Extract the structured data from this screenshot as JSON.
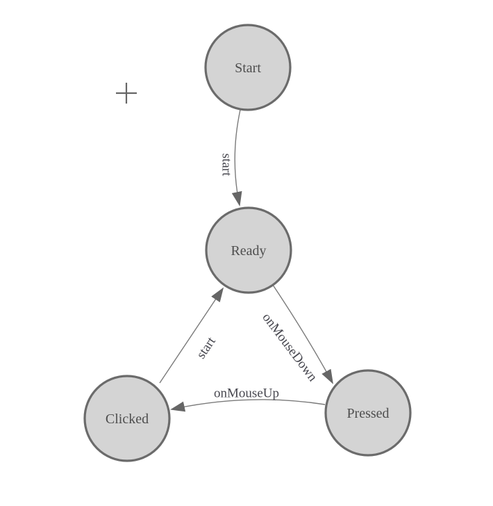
{
  "diagram": {
    "title": "state-machine-diagram",
    "nodes": [
      {
        "id": "start",
        "label": "Start"
      },
      {
        "id": "ready",
        "label": "Ready"
      },
      {
        "id": "clicked",
        "label": "Clicked"
      },
      {
        "id": "pressed",
        "label": "Pressed"
      }
    ],
    "edges": [
      {
        "from": "start",
        "to": "ready",
        "label": "start"
      },
      {
        "from": "clicked",
        "to": "ready",
        "label": "start"
      },
      {
        "from": "ready",
        "to": "pressed",
        "label": "onMouseDown"
      },
      {
        "from": "pressed",
        "to": "clicked",
        "label": "onMouseUp"
      }
    ],
    "icons": {
      "crosshair": "plus-crosshair"
    },
    "colors": {
      "background": "#ffffff",
      "node_fill": "#d4d4d4",
      "node_stroke": "#6b6b6b",
      "node_text": "#4e4e4e",
      "edge_stroke": "#7a7a7a",
      "edge_label_text": "#47474f",
      "arrow_fill": "#666666",
      "crosshair": "#666666"
    }
  }
}
